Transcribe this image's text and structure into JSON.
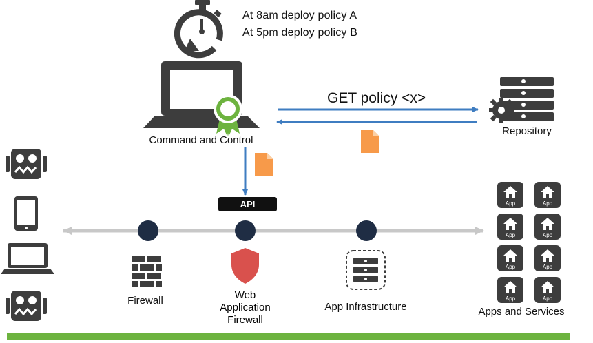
{
  "schedule": {
    "line1": "At 8am deploy policy A",
    "line2": "At 5pm deploy policy B"
  },
  "command_and_control": {
    "label": "Command and Control"
  },
  "repository": {
    "label": "Repository"
  },
  "request": {
    "label": "GET policy <x>"
  },
  "api": {
    "label": "API"
  },
  "network": {
    "firewall_label": "Firewall",
    "waf_label": "Web Application Firewall",
    "app_infra_label": "App  Infrastructure"
  },
  "apps": {
    "label": "Apps and Services",
    "tile_label": "App",
    "tile_count": 8
  },
  "clients": [
    "robot-icon",
    "tablet-icon",
    "laptop-icon",
    "robot-icon"
  ],
  "colors": {
    "dark": "#3d3d3d",
    "arrow_blue": "#3f7dc1",
    "arrow_gray": "#c8c8c8",
    "node": "#1f2d44",
    "doc_orange": "#f79a4a",
    "shield_red": "#d9514d",
    "ribbon_green": "#6db33f",
    "bar_green": "#6db33f"
  }
}
